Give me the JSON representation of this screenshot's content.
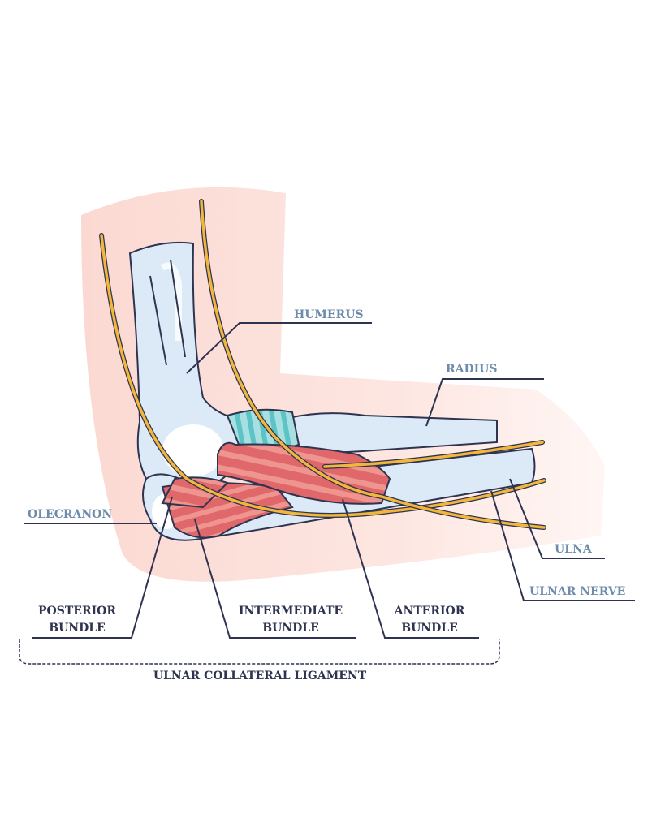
{
  "title": "Ulnar Collateral Ligament",
  "labels": {
    "humerus": "HUMERUS",
    "radius": "RADIUS",
    "olecranon": "OLECRANON",
    "ulna": "ULNA",
    "ulnar_nerve": "ULNAR NERVE",
    "posterior_1": "POSTERIOR",
    "posterior_2": "BUNDLE",
    "intermediate_1": "INTERMEDIATE",
    "intermediate_2": "BUNDLE",
    "anterior_1": "ANTERIOR",
    "anterior_2": "BUNDLE",
    "group": "ULNAR COLLATERAL LIGAMENT"
  },
  "colors": {
    "skin": "#fde3dd",
    "bone": "#dbeaf6",
    "ligament": "#e0676a",
    "ligament_stripe": "#ef9590",
    "cartilage": "#5cc3c6",
    "nerve": "#f2b63a",
    "outline": "#2e3350",
    "label_blue": "#6d8cab"
  }
}
